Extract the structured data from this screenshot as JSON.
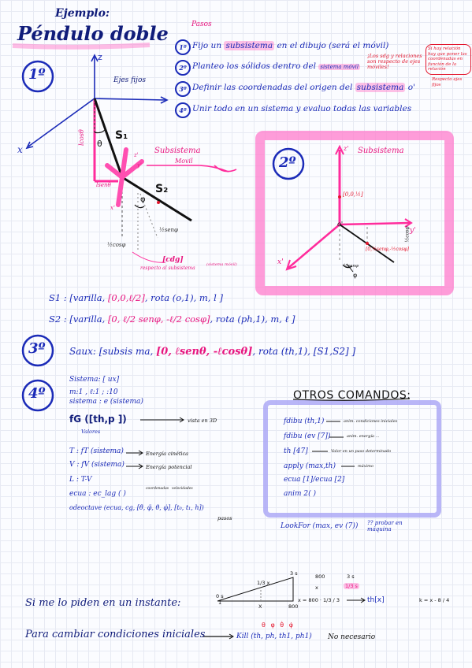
{
  "header": {
    "subtitle": "Ejemplo:",
    "title": "Péndulo doble"
  },
  "pasos": {
    "heading": "Pasos",
    "steps": [
      {
        "num": "1º",
        "text_a": "Fijo un",
        "hl": "subsistema",
        "text_b": "en el dibujo (será el móvil)"
      },
      {
        "num": "2º",
        "text_a": "Planteo los sólidos dentro del",
        "hl": "sistema móvil",
        "text_b": ""
      },
      {
        "num": "3º",
        "text_a": "Definir las coordenadas del origen del",
        "hl": "subsistema",
        "text_b": "o'"
      },
      {
        "num": "4º",
        "text_a": "Unir todo en un sistema y evaluo todas las variables",
        "hl": "",
        "text_b": ""
      }
    ],
    "note_red": "¡Los sdg y relaciones son respecto de ejes móviles!",
    "note_box": "Si hay relación hay que poner las coordenadas en función de la relación",
    "note_resp": "Respecto ejes fijos"
  },
  "diagram1": {
    "step": "1º",
    "axis_z": "z",
    "axis_x": "x",
    "ejes": "Ejes fijos",
    "s1": "S₁",
    "s2": "S₂",
    "theta": "θ",
    "phi": "φ",
    "subsistema": "Subsistema",
    "movil": "Movil",
    "lcos": "lcosθ",
    "lsen": "lsenθ",
    "ysen": "½senφ",
    "ycos": "½cosφ",
    "cdg": "[cdg]",
    "cdg_note": "respecto al subsistema",
    "cdg_note2": "(sistema móvil)",
    "axis_z2": "z'",
    "axis_y2": "y'",
    "axis_x2": "x'"
  },
  "diagram2": {
    "step": "2º",
    "title": "Subsistema",
    "z": "z'",
    "x": "x'",
    "y": "y'",
    "o": "o'",
    "p1": "[0,0,½]",
    "p2": "[0,½senφ,-½cosφ]",
    "phi": "φ",
    "ysen": "½senφ",
    "cos": "½cosφ"
  },
  "solids": {
    "s1": {
      "label": "S1 :",
      "a": "[varilla,",
      "b": "[0,0,ℓ/2]",
      "c": ", rota (o,1), m, l ]"
    },
    "s2": {
      "label": "S2 :",
      "a": "[varilla,",
      "b": "[0, ℓ/2 senφ, -ℓ/2 cosφ]",
      "c": ", rota (ph,1), m, ℓ ]"
    }
  },
  "step3": {
    "num": "3º",
    "a": "Saux: [subsis ma,",
    "b": "[0, ℓsenθ, -ℓcosθ]",
    "c": ", rota (th,1), [S1,S2] ]"
  },
  "step4": {
    "num": "4º",
    "lines": [
      "Sistema: [  ux]",
      "m:1 , ℓ:1 ;   :10",
      "sistema : e (sistema)"
    ],
    "fg": "fG ([th,p ])",
    "fg_res": "vista en 3D",
    "valores": "Valores",
    "t": "T : fT (sistema)",
    "t_res": "Energía cinética",
    "v": "V : fV (sistema)",
    "v_res": "Energía potencial",
    "l": "L : T-V",
    "ecua": "ecua : ec_lag ( )",
    "ecua_note1": "coordenadas",
    "ecua_note2": "velocidades",
    "odeoctave": "odeoctave (ecua, cg, [θ̈, φ̈, θ̇, φ̇], [t₀, t₁, h])",
    "pasos": "pasos"
  },
  "otros": {
    "title": "OTROS COMANDOS:",
    "items": [
      {
        "cmd": "fdibu (th,1)",
        "res": "anim. condiciones iniciales"
      },
      {
        "cmd": "fdibu (ev [7])",
        "res": "anim. energía ..."
      },
      {
        "cmd": "th [47]",
        "res": "Valor en un paso determinado"
      },
      {
        "cmd": "apply (max,th)",
        "res": "máximo"
      },
      {
        "cmd": "ecua [1]/ecua [2]",
        "res": ""
      },
      {
        "cmd": "anim 2( )",
        "res": ""
      }
    ],
    "lookfor": "LookFor (max, ev (7))",
    "probar": "?? probar en máquina"
  },
  "bottom": {
    "instante": "Si me lo piden en un instante:",
    "cambiar": "Para cambiar condiciones iniciales",
    "kill": "Kill (th, ph, th1, ph1)",
    "kill_top": "θ  φ  θ̇  φ̇",
    "no_nec": "No necesario",
    "tri": {
      "top": "3 s",
      "left": "0 s",
      "bottom_x": "X",
      "bottom_end": "800",
      "mid": "1/3 x",
      "one": "1"
    },
    "rule": {
      "a": "800",
      "b": "3 s",
      "c": "x",
      "d": "1/3 s",
      "eq": "x = 800 · 1/3 / 3",
      "res": "th[x]",
      "k": "k = x - 8 / 4"
    }
  }
}
